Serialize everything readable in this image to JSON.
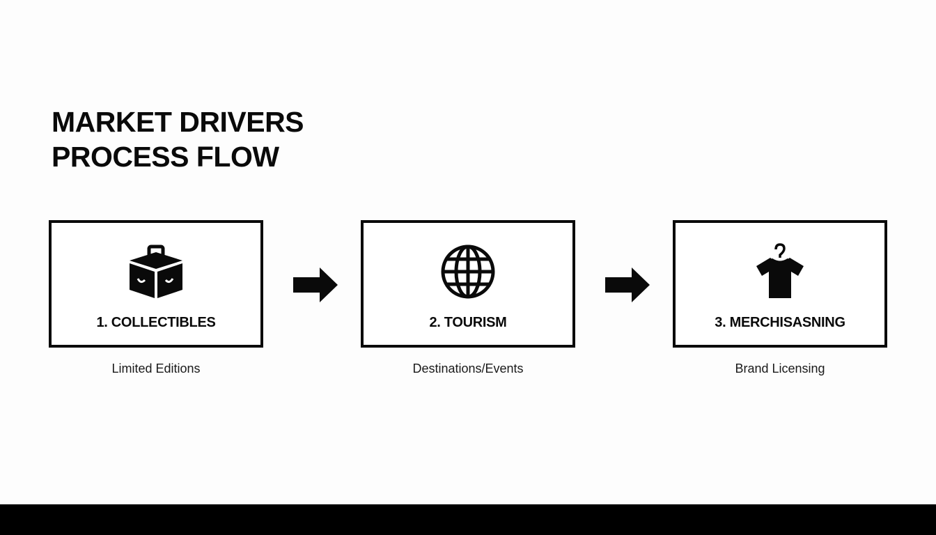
{
  "title": {
    "line1": "MARKET DRIVERS",
    "line2": "PROCESS FLOW"
  },
  "steps": [
    {
      "label": "1. COLLECTIBLES",
      "caption": "Limited Editions",
      "icon": "collectible-box-icon"
    },
    {
      "label": "2. TOURISM",
      "caption": "Destinations/Events",
      "icon": "globe-icon"
    },
    {
      "label": "3. MERCHISASNING",
      "caption": "Brand Licensing",
      "icon": "tshirt-hanger-icon"
    }
  ],
  "connectors": [
    {
      "icon": "right-arrow-icon"
    },
    {
      "icon": "right-arrow-icon"
    }
  ],
  "colors": {
    "background": "#fdfdfd",
    "ink": "#0a0a0a",
    "footer_bar": "#000000"
  }
}
